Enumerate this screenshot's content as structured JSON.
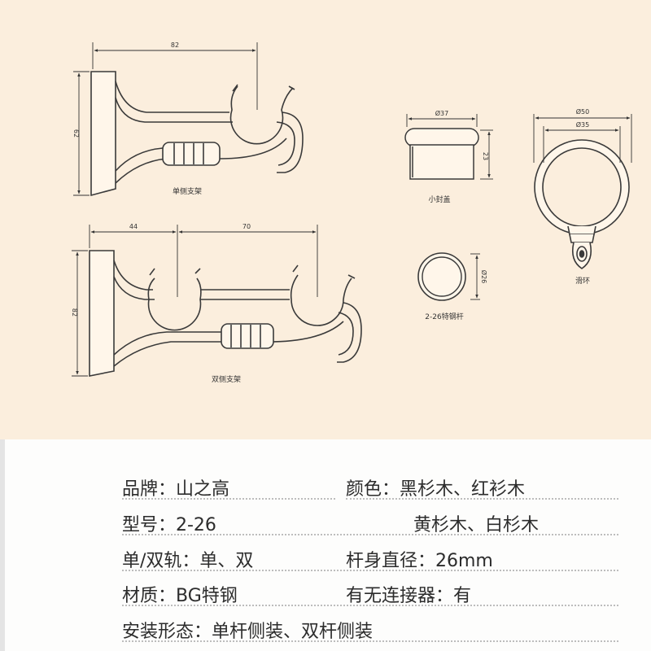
{
  "diagram": {
    "single_bracket": {
      "width_dim": "82",
      "height_dim": "62",
      "caption": "单侧支架"
    },
    "double_bracket": {
      "dim_left": "44",
      "dim_right": "70",
      "height_dim": "82",
      "caption": "双侧支架"
    },
    "small_cap": {
      "diameter_dim": "Ø37",
      "height_dim": "23",
      "caption": "小封盖"
    },
    "rod_section": {
      "diameter_dim": "Ø26",
      "caption": "2-26特钢杆"
    },
    "ring": {
      "outer_dim": "Ø50",
      "inner_dim": "Ø35",
      "caption": "滑环"
    }
  },
  "specs": {
    "brand": "品牌：山之高",
    "color_line1": "颜色：黑杉木、红衫木",
    "model": "型号：2-26",
    "color_line2": "黄杉木、白杉木",
    "track": "单/双轨：单、双",
    "rod_diameter": "杆身直径：26mm",
    "material": "材质：BG特钢",
    "connector": "有无连接器：有",
    "install": "安装形态：单杆侧装、双杆侧装"
  }
}
